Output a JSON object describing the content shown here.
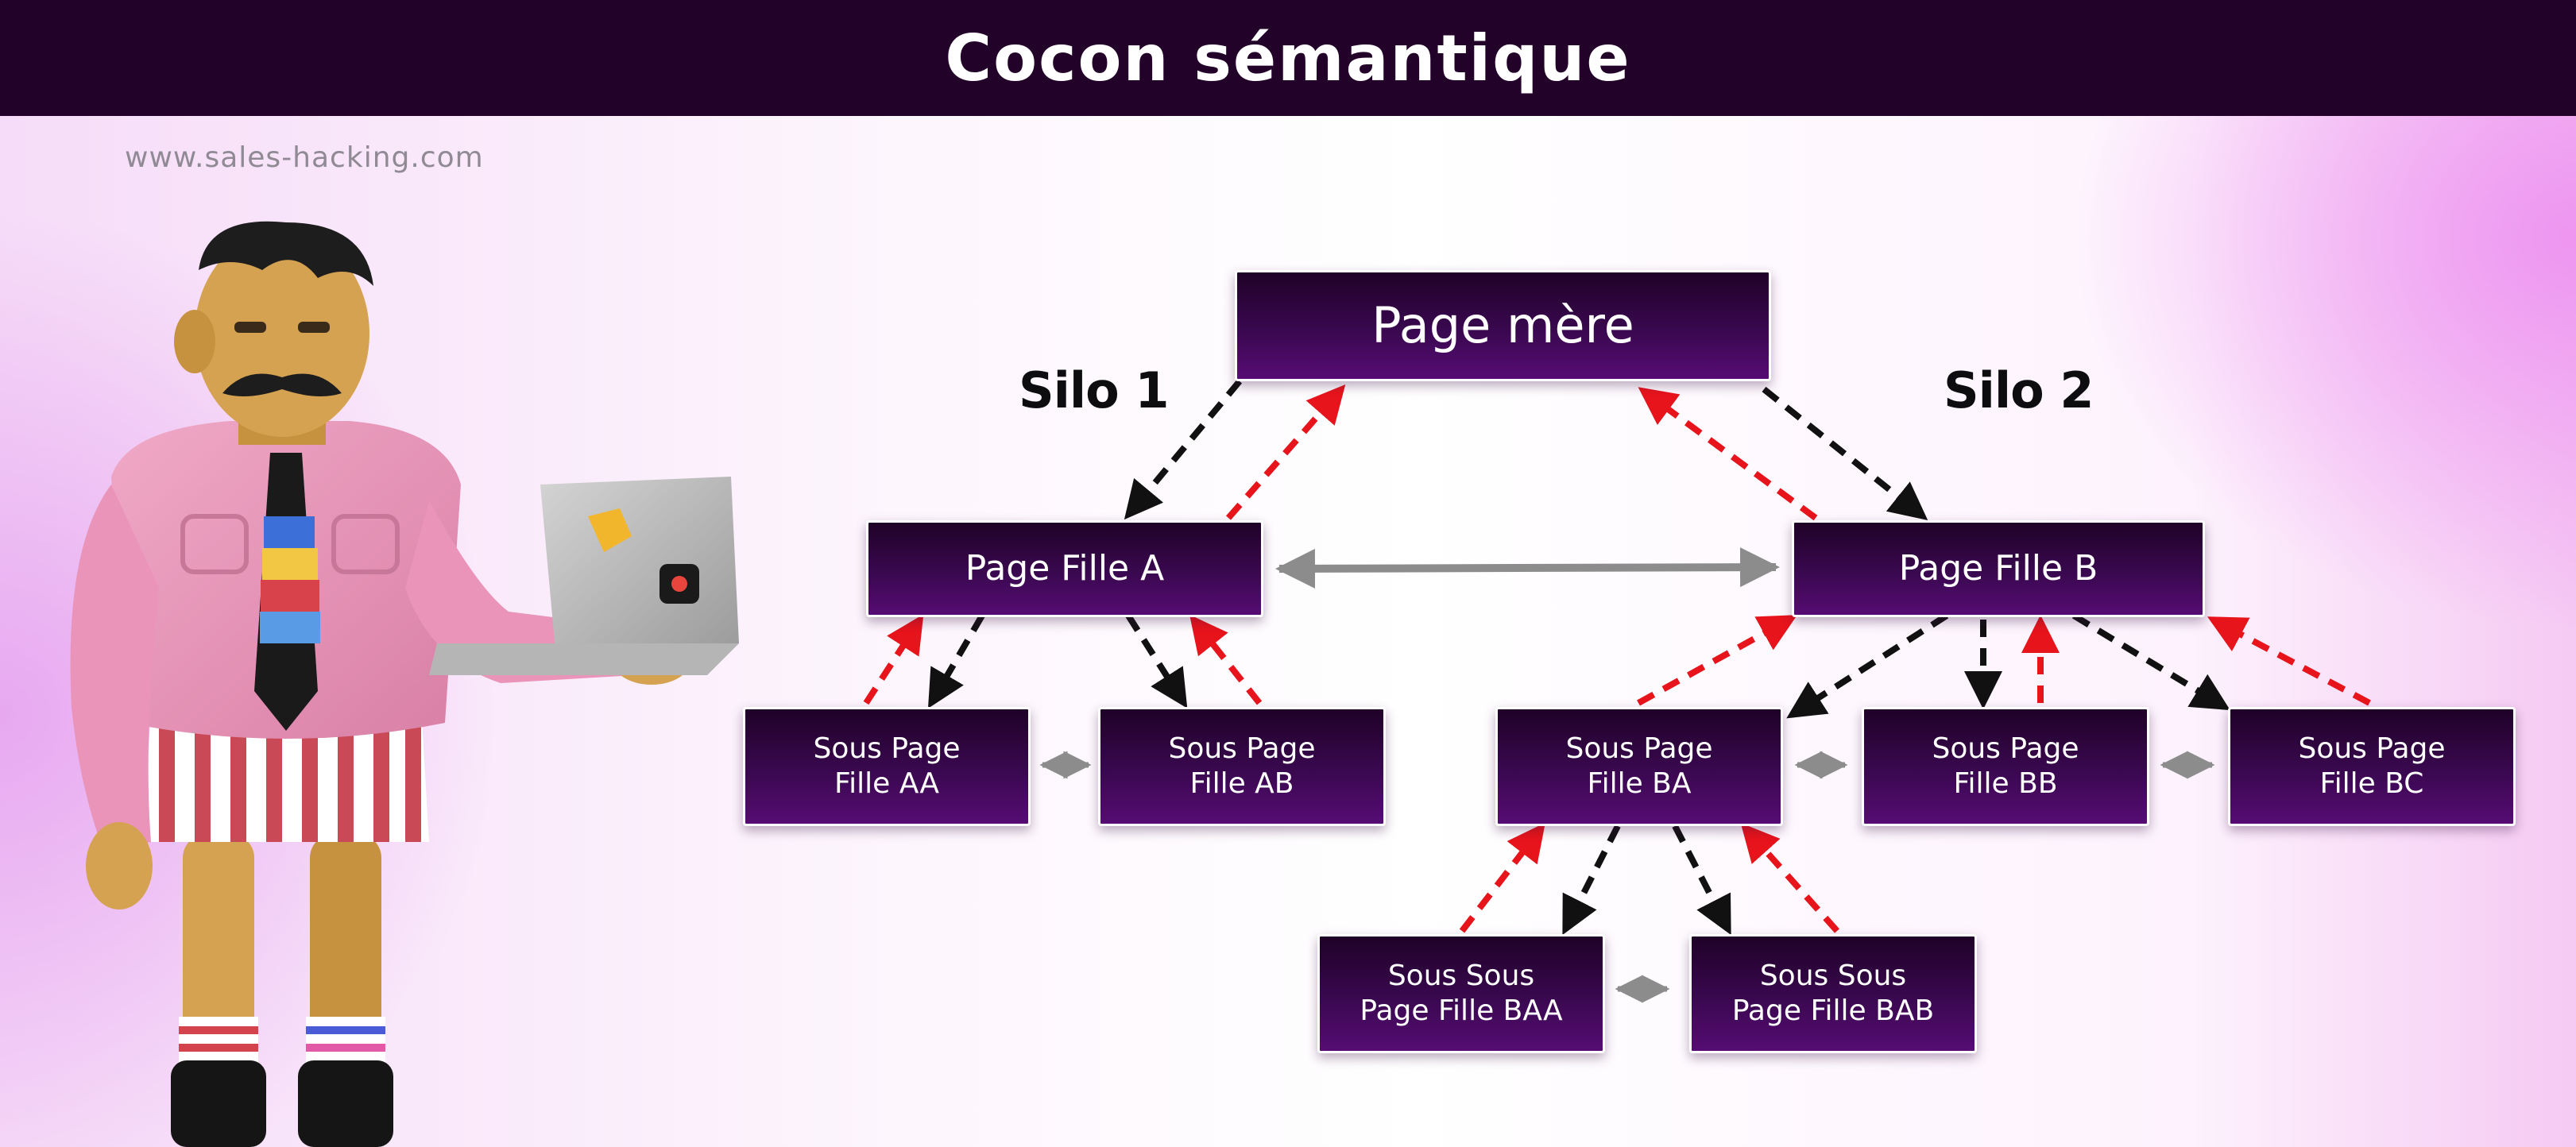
{
  "header": {
    "title": "Cocon sémantique"
  },
  "site_url": "www.sales-hacking.com",
  "silos": [
    {
      "id": "silo1",
      "label": "Silo 1"
    },
    {
      "id": "silo2",
      "label": "Silo 2"
    }
  ],
  "nodes": {
    "mere": "Page mère",
    "fille_a": "Page Fille A",
    "fille_b": "Page Fille B",
    "aa": "Sous Page\nFille AA",
    "ab": "Sous Page\nFille AB",
    "ba": "Sous Page\nFille BA",
    "bb": "Sous Page\nFille BB",
    "bc": "Sous Page\nFille BC",
    "baa": "Sous Sous\nPage Fille BAA",
    "bab": "Sous Sous\nPage Fille BAB"
  },
  "colors": {
    "header_bg": "#23022a",
    "node_dark": "#1f0227",
    "node_light": "#560c73",
    "link_down": "#111111",
    "link_up": "#e8141b",
    "link_sibling": "#8c8c8c"
  },
  "icons": {
    "link_down": "dashed-black-arrow",
    "link_up": "dashed-red-arrow",
    "link_sibling": "double-gray-arrow",
    "illustration": "man-with-laptop"
  }
}
